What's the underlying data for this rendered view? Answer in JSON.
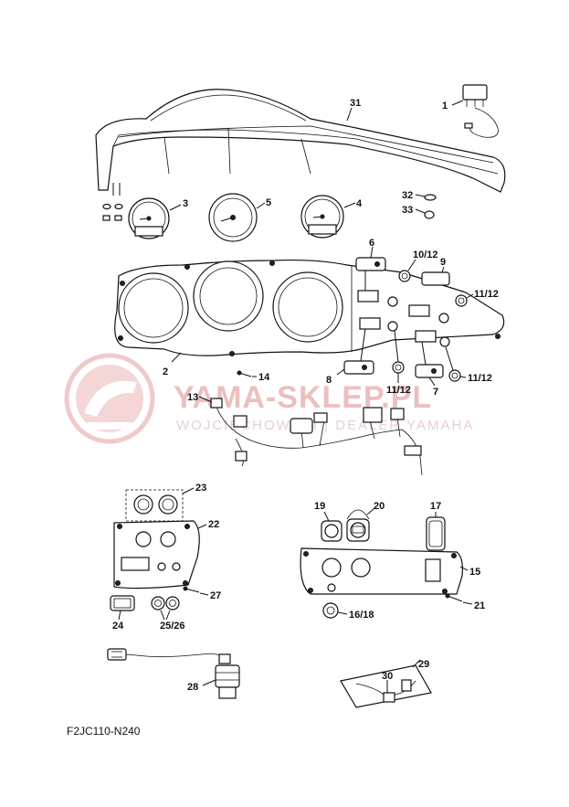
{
  "diagram_code": "F2JC110-N240",
  "watermark": {
    "main": "YAMA-SKLEP.PL",
    "sub": "WOJCIECHOWSKI | DEALER YAMAHA"
  },
  "callouts": {
    "c1": "1",
    "c2": "2",
    "c3": "3",
    "c4": "4",
    "c5": "5",
    "c6": "6",
    "c7": "7",
    "c8": "8",
    "c9": "9",
    "c10_12": "10/12",
    "c11_12_a": "11/12",
    "c11_12_b": "11/12",
    "c11_12_c": "11/12",
    "c13": "13",
    "c14": "14",
    "c15": "15",
    "c16_18": "16/18",
    "c17": "17",
    "c19": "19",
    "c20": "20",
    "c21": "21",
    "c22": "22",
    "c23": "23",
    "c24": "24",
    "c25_26": "25/26",
    "c27": "27",
    "c28": "28",
    "c29": "29",
    "c30": "30",
    "c31": "31",
    "c32": "32",
    "c33": "33"
  }
}
